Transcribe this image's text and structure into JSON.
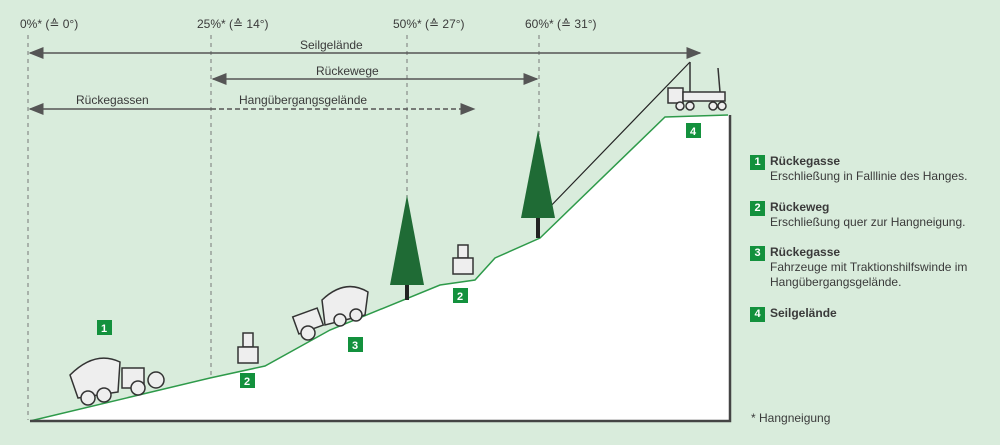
{
  "slopes": [
    {
      "label": "0%* (≙ 0°)",
      "percent": 0,
      "degrees": 0
    },
    {
      "label": "25%* (≙ 14°)",
      "percent": 25,
      "degrees": 14
    },
    {
      "label": "50%* (≙ 27°)",
      "percent": 50,
      "degrees": 27
    },
    {
      "label": "60%* (≙ 31°)",
      "percent": 60,
      "degrees": 31
    }
  ],
  "ranges": {
    "seil": "Seilgelände",
    "rueckewege": "Rückewege",
    "rueckegassen": "Rückegassen",
    "hang": "Hangübergangsgelände"
  },
  "markers": [
    "1",
    "2",
    "3",
    "2",
    "4"
  ],
  "legend": [
    {
      "num": "1",
      "title": "Rückegasse",
      "desc": "Erschließung in Falllinie des Hanges."
    },
    {
      "num": "2",
      "title": "Rückeweg",
      "desc": "Erschließung quer zur Hangneigung."
    },
    {
      "num": "3",
      "title": "Rückegasse",
      "desc": "Fahrzeuge mit Traktionshilfswinde im Hangübergangsgelände."
    },
    {
      "num": "4",
      "title": "Seilgelände",
      "desc": ""
    }
  ],
  "footnote": "* Hangneigung",
  "colors": {
    "background": "#d9ecdc",
    "accent": "#13913d",
    "tree": "#1f6b35"
  }
}
